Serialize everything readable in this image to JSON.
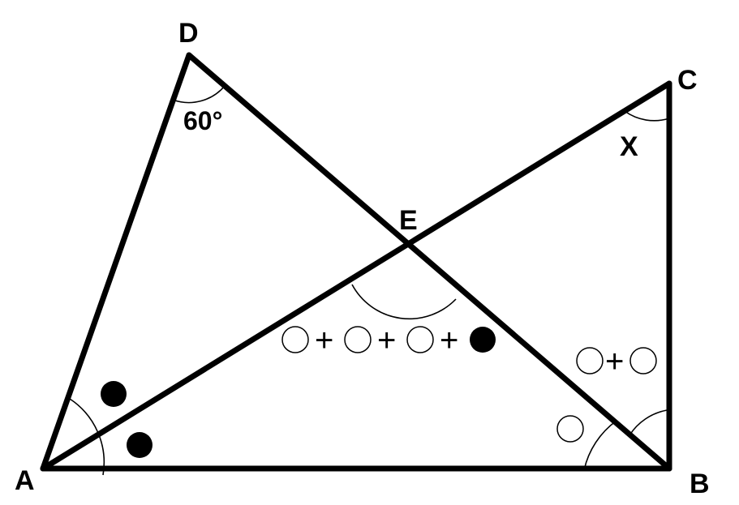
{
  "vertices": {
    "A": "A",
    "B": "B",
    "C": "C",
    "D": "D",
    "E": "E"
  },
  "angle_labels": {
    "angle_D": "60°",
    "angle_C": "X"
  },
  "expressions": {
    "angle_AEB_plus_1": "+",
    "angle_AEB_plus_2": "+",
    "angle_AEB_plus_3": "+",
    "angle_CBE_plus": "+"
  },
  "colors": {
    "stroke": "#000000",
    "background": "#ffffff"
  }
}
